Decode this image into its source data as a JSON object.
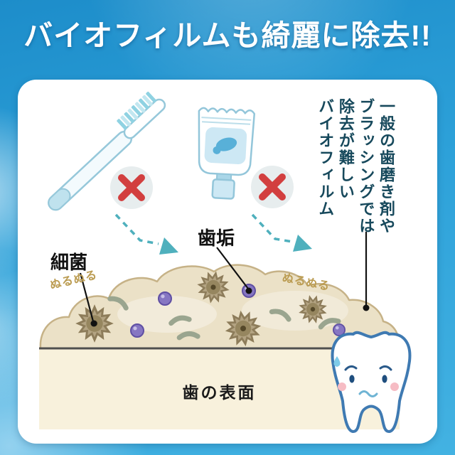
{
  "header": {
    "title": "バイオフィルムも綺麗に除去!!"
  },
  "card": {
    "vertical_caption": "一般の歯磨き剤や\nブラッシングでは\n除去が難しい\nバイオフィルム",
    "label_bacteria": "細菌",
    "label_plaque": "歯垢",
    "slimy_left": "ぬるぬる",
    "slimy_right": "ぬるぬる",
    "tooth_surface_label": "歯の表面"
  },
  "icons": {
    "toothbrush": "toothbrush-illustration",
    "toothpaste_tube": "toothpaste-tube-illustration",
    "no_symbol": "red-cross-in-circle",
    "dashed_arrow": "teal-dashed-arrow",
    "bacteria_spiky": "spiky-germ",
    "bacteria_round": "purple-germ",
    "bacteria_rod": "rod-germ",
    "tooth_character": "sad-tooth-face"
  },
  "colors": {
    "background_blue": "#2b9fd6",
    "header_text": "#ffffff",
    "card_bg": "#ffffff",
    "caption_text": "#17495c",
    "prohibit_red": "#d23f3f",
    "arrow_teal": "#4fb0bd",
    "biofilm_fill": "#ebe1c7",
    "biofilm_outline": "#c6b287",
    "surface_fill": "#f8f1dc",
    "surface_line": "#4f4f4f",
    "slimy_text": "#bb9c52",
    "label_text": "#111111",
    "tooth_outline": "#3f7ab2"
  }
}
